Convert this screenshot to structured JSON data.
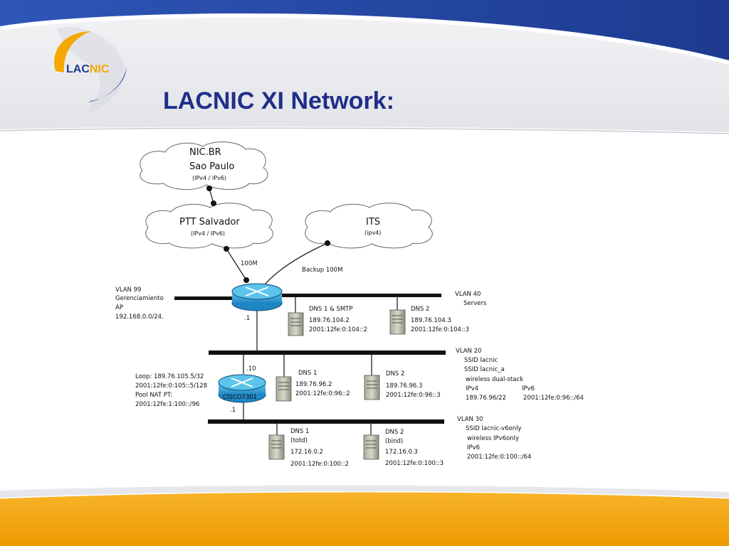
{
  "slide": {
    "title": "LACNIC XI Network:",
    "logo": {
      "text_a": "LAC",
      "text_b": "NIC"
    },
    "colors": {
      "header_blue": "#21409a",
      "title_blue": "#1f2f88",
      "footer_orange": "#f0a000",
      "logo_orange": "#f5a800"
    }
  },
  "diagram": {
    "clouds": [
      {
        "name": "NIC.BR",
        "sub": "Sao Paulo",
        "proto": "(IPv4 / IPv6)"
      },
      {
        "name": "PTT Salvador",
        "proto": "(IPv4 / IPv6)"
      },
      {
        "name": "ITS",
        "proto": "(ipv4)"
      }
    ],
    "links": {
      "uplink": "100M",
      "backup": "Backup 100M"
    },
    "vlan99": {
      "lines": [
        "VLAN 99",
        "Gerenciamiento",
        "AP",
        "192.168.0.0/24."
      ]
    },
    "router1": {
      "addr": ".1"
    },
    "vlan40": {
      "lines": [
        "VLAN 40",
        "Servers"
      ]
    },
    "servers40": [
      {
        "name": "DNS 1 & SMTP",
        "ipv4": "189.76.104.2",
        "ipv6": "2001:12fe:0:104::2"
      },
      {
        "name": "DNS 2",
        "ipv4": "189.76.104.3",
        "ipv6": "2001:12fe:0:104::3"
      }
    ],
    "router2": {
      "label": "CISCO7301",
      "addr_top": ".10",
      "addr_bottom": ".1",
      "info": [
        "Loop: 189.76.105.5/32",
        "2001:12fe:0:105::5/128",
        "Pool NAT PT:",
        "2001:12fe:1:100::/96"
      ]
    },
    "vlan20": {
      "lines": [
        "VLAN 20",
        "SSID lacnic",
        "SSID lacnic_a",
        "wireless dual-stack"
      ],
      "table": {
        "h1": "IPv4",
        "h2": "IPv6",
        "v1": "189.76.96/22",
        "v2": "2001:12fe:0:96::/64"
      }
    },
    "servers20": [
      {
        "name": "DNS 1",
        "ipv4": "189.76.96.2",
        "ipv6": "2001:12fe:0:96::2"
      },
      {
        "name": "DNS 2",
        "ipv4": "189.76.96.3",
        "ipv6": "2001:12fe:0:96::3"
      }
    ],
    "vlan30": {
      "lines": [
        "VLAN 30",
        "SSID lacnic-v6only",
        "wireless IPv6only",
        "IPv6",
        "2001:12fe:0:100::/64"
      ]
    },
    "servers30": [
      {
        "name": "DNS 1",
        "soft": "(totd)",
        "ipv4": "172.16.0.2",
        "ipv6": "2001:12fe:0:100::2"
      },
      {
        "name": "DNS 2",
        "soft": "(bind)",
        "ipv4": "172.16.0.3",
        "ipv6": "2001:12fe:0:100::3"
      }
    ]
  }
}
